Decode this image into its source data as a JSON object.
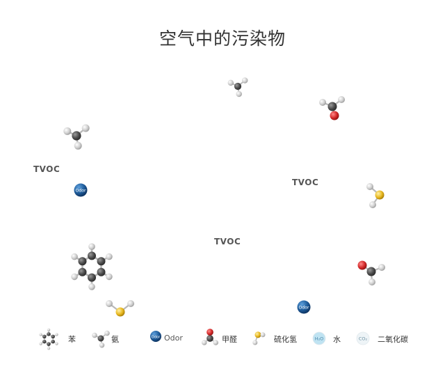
{
  "title": "空气中的污染物",
  "tvoc_labels": [
    "TVOC",
    "TVOC",
    "TVOC"
  ],
  "odor_text": "Odor",
  "legend": [
    {
      "label": "苯",
      "icon": "benzene-icon"
    },
    {
      "label": "氨",
      "icon": "ammonia-icon"
    },
    {
      "label": "Odor",
      "icon": "odor-icon"
    },
    {
      "label": "甲醛",
      "icon": "formaldehyde-icon"
    },
    {
      "label": "硫化氢",
      "icon": "hydrogen-sulfide-icon"
    },
    {
      "label": "水",
      "icon": "water-icon",
      "badge": "H₂O"
    },
    {
      "label": "二氧化碳",
      "icon": "carbon-dioxide-icon",
      "badge": "CO₂"
    }
  ],
  "colors": {
    "carbon": "#4a4a4a",
    "hydrogen": "#cfcfcf",
    "oxygen": "#d42a2a",
    "sulfur": "#e8b820",
    "odor": "#1f5d9c",
    "water": "#bfe3f2",
    "co2": "#eef4f7"
  }
}
